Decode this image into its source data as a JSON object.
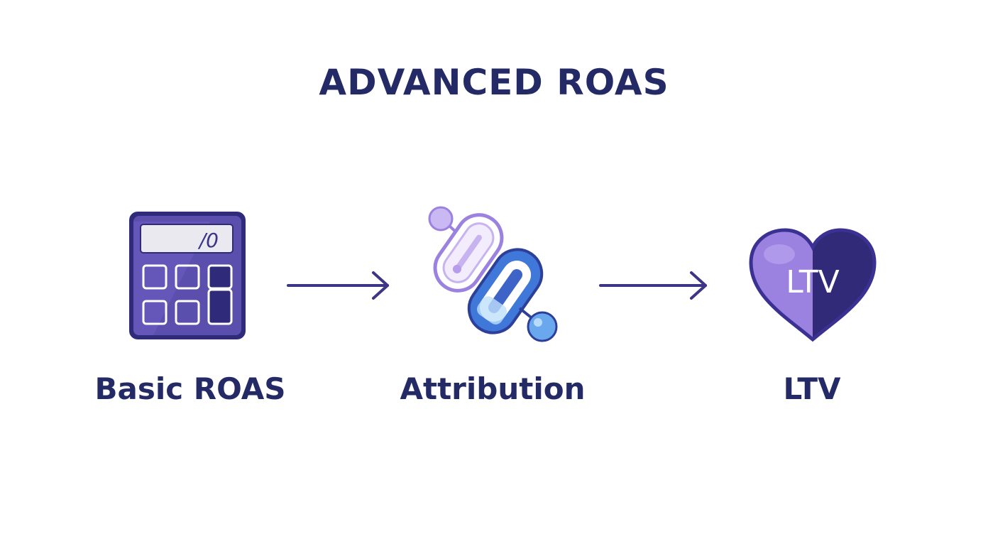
{
  "title": "ADVANCED ROAS",
  "steps": [
    {
      "label": "Basic ROAS",
      "icon": "calculator-icon",
      "display_text": "/0"
    },
    {
      "label": "Attribution",
      "icon": "chain-link-icon"
    },
    {
      "label": "LTV",
      "icon": "heart-icon",
      "badge_text": "LTV"
    }
  ],
  "colors": {
    "text": "#242a66",
    "primary_purple": "#5a4aa6",
    "dark_purple": "#302a78",
    "light_purple": "#9b82e0",
    "blue": "#3f78d8",
    "light_blue": "#7fb2f0"
  }
}
